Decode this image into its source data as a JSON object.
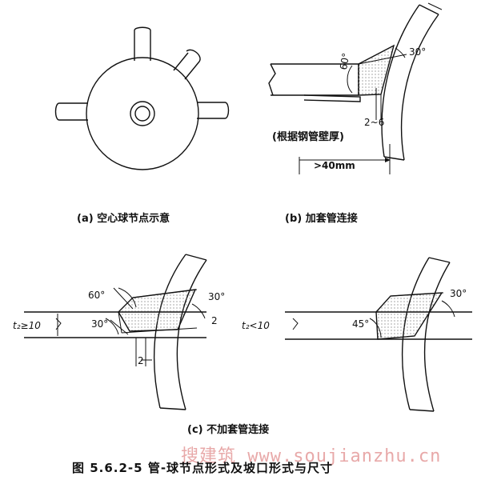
{
  "panel_a": {
    "caption": "(a) 空心球节点示意"
  },
  "panel_b": {
    "caption": "(b) 加套管连接",
    "note": "(根据钢管壁厚)",
    "dim_length": ">40mm",
    "gap": "2~6",
    "angle_bevel": "60°",
    "angle_slope": "30°"
  },
  "panel_c": {
    "caption": "(c) 不加套管连接",
    "left": {
      "thickness": "t₂≥10",
      "angle_60": "60°",
      "angle_30a": "30°",
      "angle_30b": "30°",
      "dim_a": "2",
      "dim_b": "2"
    },
    "right": {
      "thickness": "t₂<10",
      "angle_45": "45°",
      "angle_30": "30°"
    }
  },
  "figure_title": "图 5.6.2-5  管-球节点形式及坡口形式与尺寸",
  "watermark": "搜建筑 www.soujianzhu.cn"
}
